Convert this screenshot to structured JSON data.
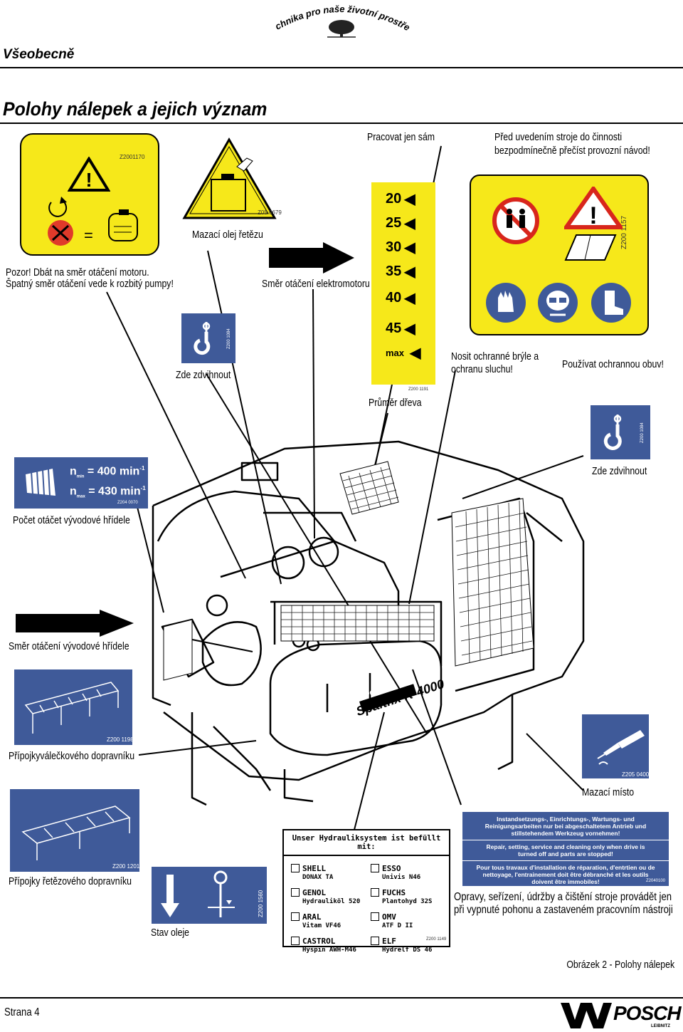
{
  "header": {
    "logo_text": "Technika pro naše životní prostředí",
    "section": "Všeobecně",
    "title": "Polohy nálepek a jejich význam"
  },
  "stickers": {
    "motor_rotation": {
      "code": "Z2001170",
      "label_line1": "Pozor! Dbát na směr otáčení motoru.",
      "label_line2": "Špatný směr otáčení vede k rozbitý pumpy!"
    },
    "chain_oil": {
      "code": "Z05 0679",
      "label": "Mazací olej řetězu"
    },
    "motor_direction": {
      "label": "Směr otáčení elektromotoru"
    },
    "work_alone": {
      "label": "Pracovat jen sám"
    },
    "read_manual": {
      "label_line1": "Před uvedením stroje do činnosti",
      "label_line2": "bezpodmínečně přečíst provozní návod!",
      "code": "Z200 1157"
    },
    "hook_top": {
      "code": "Z200 1084",
      "label": "Zde zdvihnout"
    },
    "diameter": {
      "values": [
        "20",
        "25",
        "30",
        "35",
        "40",
        "45",
        "max"
      ],
      "code": "Z200 1191",
      "label": "Průměr dřeva"
    },
    "goggles": {
      "label_line1": "Nosit ochranné brýle a",
      "label_line2": "ochranu sluchu!"
    },
    "boots": {
      "label": "Používat ochrannou obuv!"
    },
    "hook_right": {
      "code": "Z200 1084",
      "label": "Zde zdvihnout"
    },
    "pto_speed": {
      "nmin": "n",
      "nmin_sub": "min",
      "nmin_val": "= 400 min",
      "nmax": "n",
      "nmax_sub": "max",
      "nmax_val": "= 430 min",
      "exp": "-1",
      "code": "Z204 0070",
      "label": "Počet otáčet vývodové hřídele"
    },
    "pto_direction": {
      "label": "Směr otáčení vývodové hřídele"
    },
    "roller_conveyor": {
      "code": "Z200 1198",
      "label": "Přípojkyválečkového dopravníku"
    },
    "grease": {
      "code": "Z205 0400",
      "label": "Mazací místo"
    },
    "chain_conveyor": {
      "code": "Z200 1201",
      "label": "Přípojky řetězového dopravníku"
    },
    "oil_level": {
      "code": "Z200 1560",
      "label": "Stav oleje"
    },
    "hydraulic": {
      "title": "Unser Hydrauliksystem ist befüllt mit:",
      "left": [
        {
          "name": "SHELL",
          "sub": "DONAX TA"
        },
        {
          "name": "GENOL",
          "sub": "Hydrauliköl 520"
        },
        {
          "name": "ARAL",
          "sub": "Vitam VF46"
        },
        {
          "name": "CASTROL",
          "sub": "Hyspin AWH-M46"
        }
      ],
      "right": [
        {
          "name": "ESSO",
          "sub": "Univis N46"
        },
        {
          "name": "FUCHS",
          "sub": "Plantohyd 32S"
        },
        {
          "name": "OMV",
          "sub": "ATF D II"
        },
        {
          "name": "ELF",
          "sub": "Hydrelf DS 46"
        }
      ],
      "code": "Z200 1149"
    },
    "repair": {
      "de": "Instandsetzungs-, Einrichtungs-, Wartungs- und Reinigungsarbeiten nur bei abgeschaltetem Antrieb und stillstehendem Werkzeug vornehmen!",
      "en": "Repair, setting, service and cleaning only when drive is turned off and parts are stopped!",
      "fr": "Pour tous travaux d'installation de réparation, d'entrtien ou de nettoyage, l'entrainement doit être débranché et les outils doivent être immobiles!",
      "code": "Z2040100",
      "label_line1": "Opravy, seřízení, údržby a čištění stroje provádět jen",
      "label_line2": "při vypnuté pohonu a zastaveném pracovním nástroji"
    }
  },
  "machine": {
    "brand": "POSCH",
    "model": "Spaltfix K-4000"
  },
  "caption": "Obrázek 2 - Polohy nálepek",
  "footer": {
    "page": "Strana 4",
    "logo": "POSCH",
    "logo_sub": "LEIBNITZ"
  }
}
